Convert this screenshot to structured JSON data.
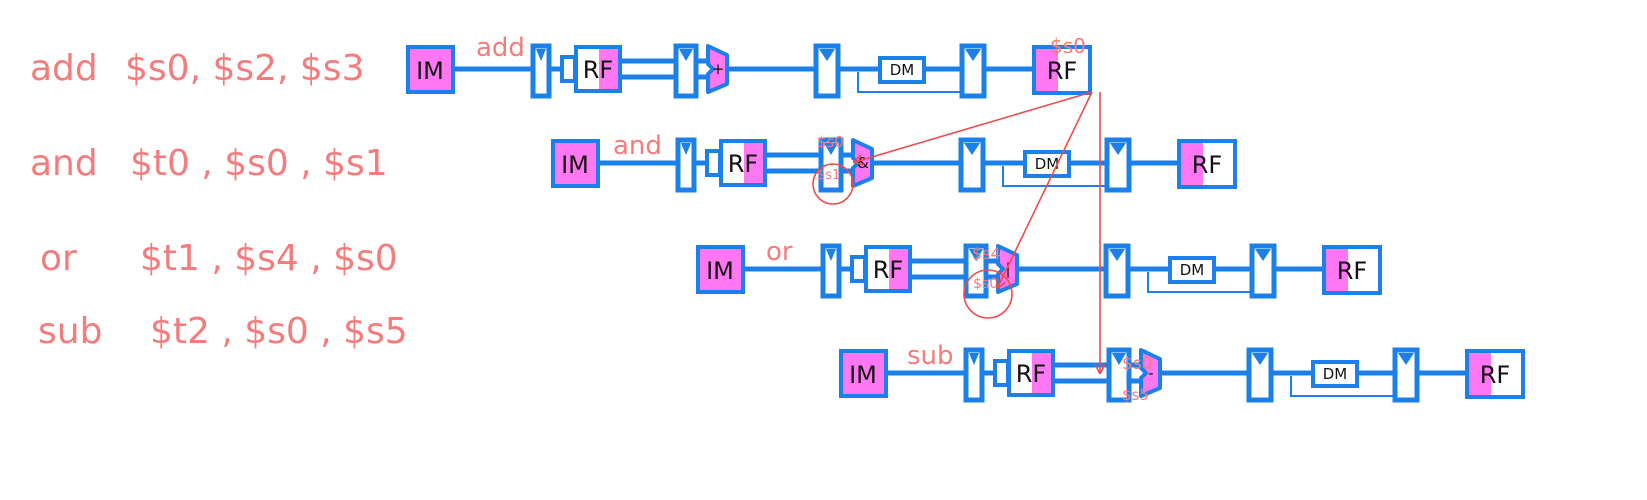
{
  "instructions": [
    {
      "op": "add",
      "operands": "$s0, $s2, $s3"
    },
    {
      "op": "and",
      "operands": "$t0 , $s0 , $s1"
    },
    {
      "op": "or",
      "operands": "$t1 , $s4 , $s0"
    },
    {
      "op": "sub",
      "operands": "$t2 , $s0 , $s5"
    }
  ],
  "stages": {
    "im": "IM",
    "rf": "RF",
    "dm": "DM"
  },
  "pipelines": [
    {
      "op_label": "add",
      "alu_symbol": "+"
    },
    {
      "op_label": "and",
      "alu_symbol": "&"
    },
    {
      "op_label": "or",
      "alu_symbol": "|"
    },
    {
      "op_label": "sub",
      "alu_symbol": "-"
    }
  ],
  "annotations": {
    "add_writeback": "$s0",
    "and_rs": "$s0",
    "and_rt": "$s1",
    "or_rs": "$s4",
    "or_rt": "$s0",
    "sub_rs": "$s0",
    "sub_rt": "$s5"
  },
  "colors": {
    "instruction_text": "#f47c7c",
    "pipeline_stroke": "#1c80ea",
    "stage_highlight": "#ff77f2",
    "forwarding_arrow": "#ef4b4b"
  }
}
